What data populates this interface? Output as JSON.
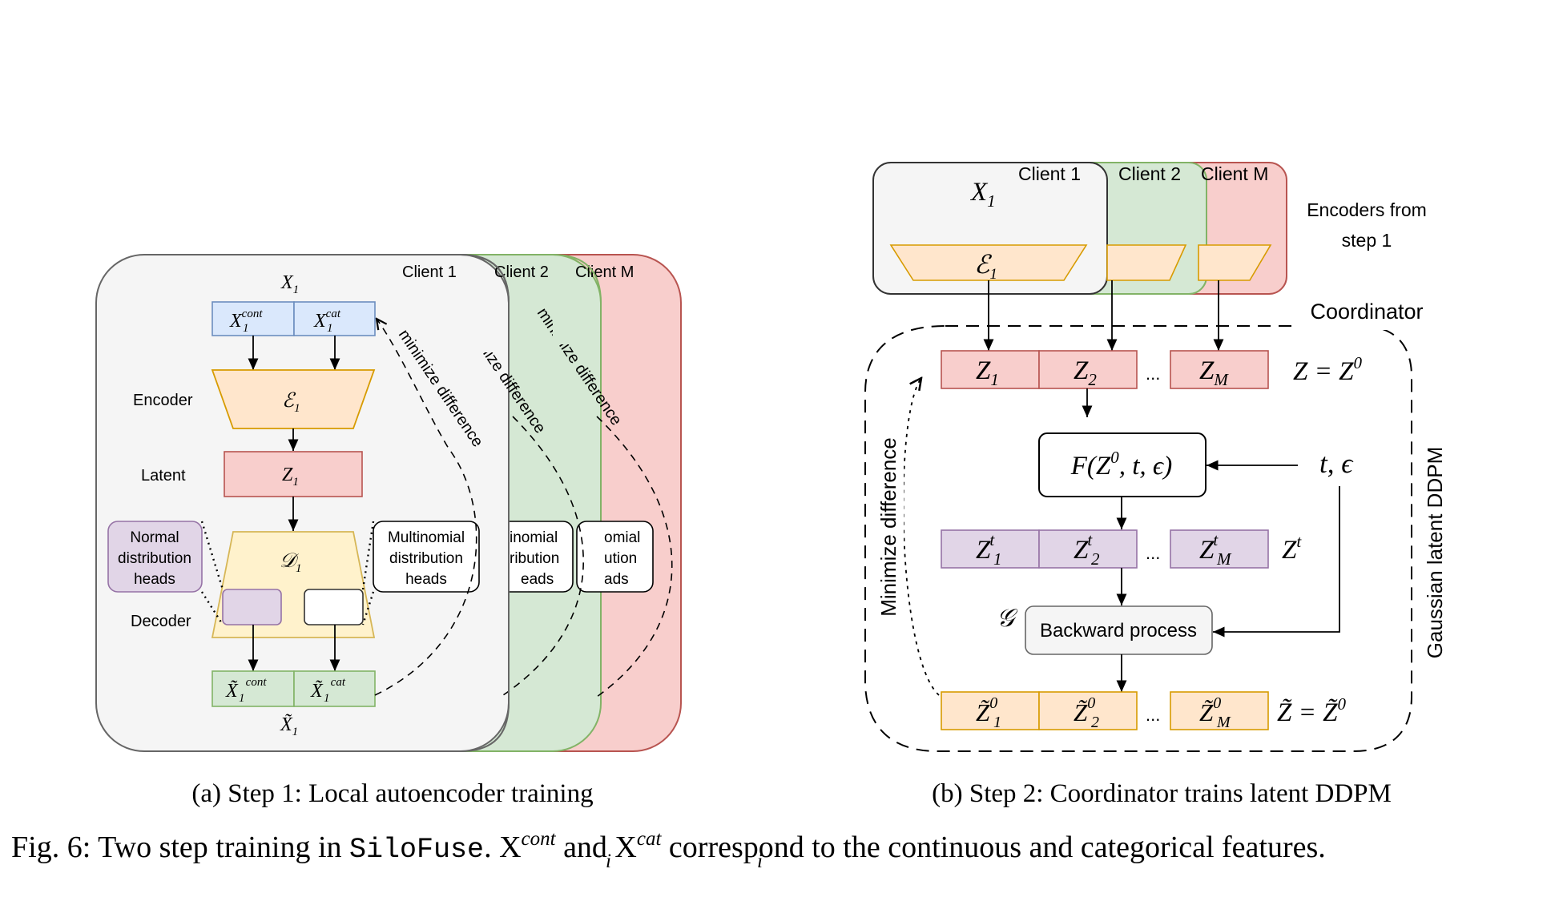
{
  "left": {
    "clients": [
      "Client 1",
      "Client 2",
      "Client M"
    ],
    "minimize_label": "minimize difference",
    "x1_label": "X",
    "x1_sub": "1",
    "x_cont_base": "X",
    "x_cont_sub": "1",
    "x_cont_sup": "cont",
    "x_cat_base": "X",
    "x_cat_sub": "1",
    "x_cat_sup": "cat",
    "encoder_label": "Encoder",
    "encoder_symbol": "ℰ",
    "encoder_sub": "1",
    "latent_label": "Latent",
    "z1_base": "Z",
    "z1_sub": "1",
    "decoder_symbol": "𝒟",
    "decoder_sub": "1",
    "decoder_label": "Decoder",
    "normal_heads": [
      "Normal",
      "distribution",
      "heads"
    ],
    "multinomial_heads": [
      "Multinomial",
      "distribution",
      "heads"
    ],
    "multi_heads_c2": [
      "inomial",
      "ribution",
      "eads"
    ],
    "multi_heads_cm": [
      "omial",
      "ution",
      "ads"
    ],
    "xt_cont_base": "X̃",
    "xt_cont_sub": "1",
    "xt_cont_sup": "cont",
    "xt_cat_base": "X̃",
    "xt_cat_sub": "1",
    "xt_cat_sup": "cat",
    "xt_label": "X̃",
    "xt_sub": "1",
    "caption": "(a) Step 1: Local autoencoder training"
  },
  "right": {
    "clients": [
      "Client 1",
      "Client 2",
      "Client M"
    ],
    "x1_label": "X",
    "x1_sub": "1",
    "encoder_symbol": "ℰ",
    "encoder_sub": "1",
    "encoders_note": [
      "Encoders from",
      "step 1"
    ],
    "coordinator_label": "Coordinator",
    "z_row": [
      {
        "base": "Z",
        "sub": "1"
      },
      {
        "base": "Z",
        "sub": "2"
      },
      {
        "base": "Z",
        "sub": "M"
      }
    ],
    "z_eq": "Z = Z",
    "z_eq_sup": "0",
    "func": "F(Z",
    "func_sup": "0",
    "func_rest": ", t, ϵ)",
    "t_eps": "t, ϵ",
    "zt_row": [
      {
        "base": "Z",
        "sub": "1",
        "sup": "t"
      },
      {
        "base": "Z",
        "sub": "2",
        "sup": "t"
      },
      {
        "base": "Z",
        "sub": "M",
        "sup": "t"
      }
    ],
    "zt_label": "Z",
    "zt_sup": "t",
    "g_symbol": "𝒢",
    "backward_label": "Backward process",
    "zh_row": [
      {
        "base": "Z̃",
        "sub": "1",
        "sup": "0"
      },
      {
        "base": "Z̃",
        "sub": "2",
        "sup": "0"
      },
      {
        "base": "Z̃",
        "sub": "M",
        "sup": "0"
      }
    ],
    "zh_eq": "Z̃ = Z̃",
    "zh_eq_sup": "0",
    "ellipsis": "...",
    "minimize_label": "Minimize difference",
    "gaussian_label": "Gaussian latent DDPM",
    "caption": "(b) Step 2: Coordinator trains latent DDPM"
  },
  "figure_caption": {
    "prefix": "Fig. 6: Two step training in ",
    "code": "SiloFuse",
    "mid1": ". X",
    "sup1": "cont",
    "sub1": "i",
    "mid2": " and X",
    "sup2": "cat",
    "sub2": "i",
    "suffix": " correspond to the continuous and categorical features."
  },
  "colors": {
    "grey_fill": "#f5f5f5",
    "green_fill": "#d5e8d4",
    "red_fill": "#f8cecc",
    "blue_fill": "#dae8fc",
    "orange_fill": "#ffe6cc",
    "yellow_fill": "#fff2cc",
    "purple_fill": "#e1d5e7"
  }
}
